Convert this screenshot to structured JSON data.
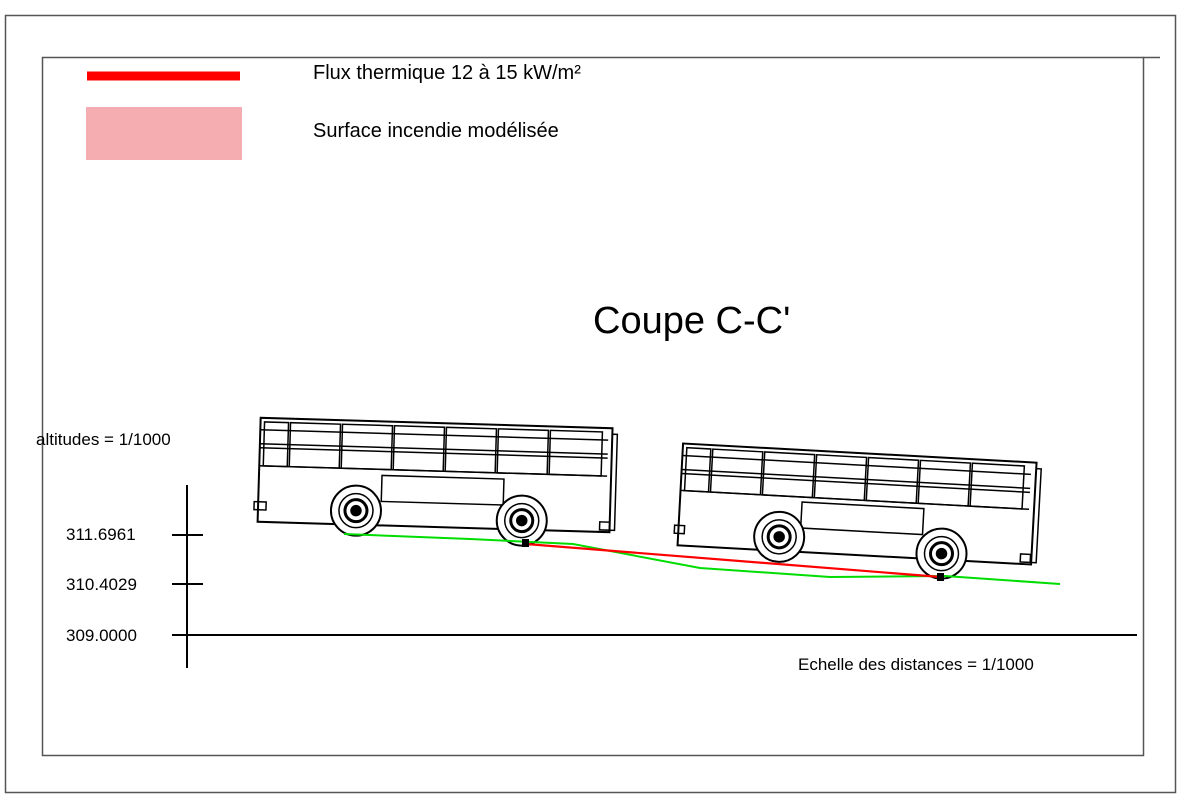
{
  "legend": {
    "flux_label": "Flux thermique 12 à 15 kW/m²",
    "flux_color": "#ff0000",
    "surface_label": "Surface incendie modélisée",
    "surface_color": "#f6adb2"
  },
  "title": "Coupe C-C'",
  "axes": {
    "altitude_scale": "altitudes = 1/1000",
    "distance_scale": "Echelle des distances = 1/1000",
    "altitude_ticks": [
      "311.6961",
      "310.4029",
      "309.0000"
    ]
  },
  "profile": {
    "terrain_color": "#00dd00",
    "flux_line_color": "#ff0000"
  },
  "vehicles": [
    "bus",
    "bus"
  ]
}
